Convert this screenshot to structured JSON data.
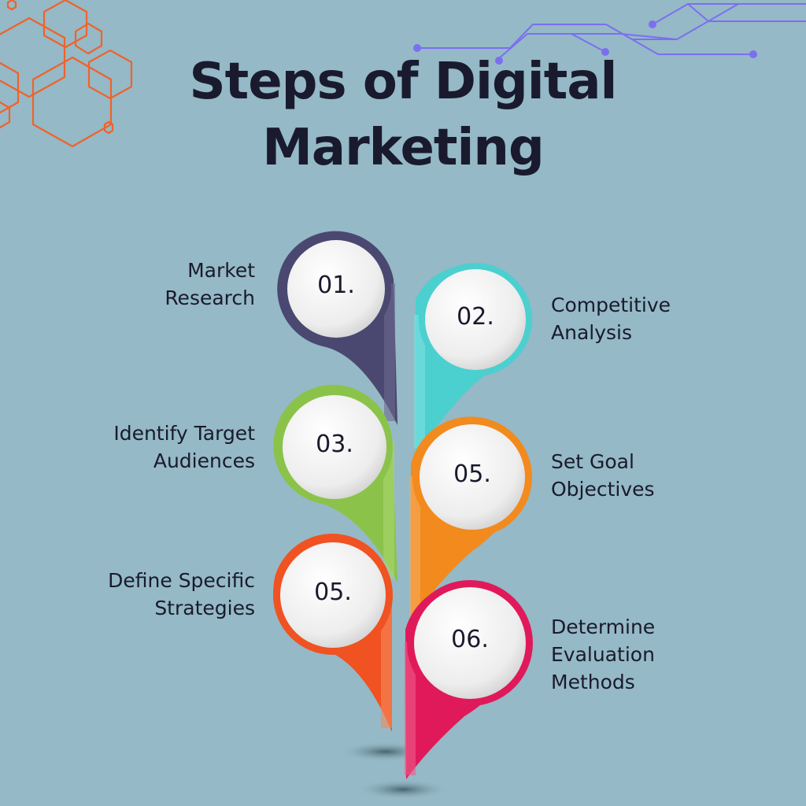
{
  "title": {
    "line1": "Steps of Digital",
    "line2": "Marketing"
  },
  "colors": {
    "background": "#95b9c6",
    "step1": "#4a4870",
    "step2": "#4ccfcf",
    "step3": "#8bc34a",
    "step4": "#f28a1e",
    "step5": "#f05222",
    "step6": "#e0195a",
    "hexagons": "#f0622a",
    "circuit": "#7b6ff0"
  },
  "steps": [
    {
      "number": "01.",
      "label_line1": "Market",
      "label_line2": "Research",
      "label_line3": ""
    },
    {
      "number": "02.",
      "label_line1": "Competitive",
      "label_line2": "Analysis",
      "label_line3": ""
    },
    {
      "number": "03.",
      "label_line1": "Identify Target",
      "label_line2": "Audiences",
      "label_line3": ""
    },
    {
      "number": "05.",
      "label_line1": "Set Goal",
      "label_line2": "Objectives",
      "label_line3": ""
    },
    {
      "number": "05.",
      "label_line1": "Define Specific",
      "label_line2": "Strategies",
      "label_line3": ""
    },
    {
      "number": "06.",
      "label_line1": "Determine",
      "label_line2": "Evaluation",
      "label_line3": "Methods"
    }
  ]
}
